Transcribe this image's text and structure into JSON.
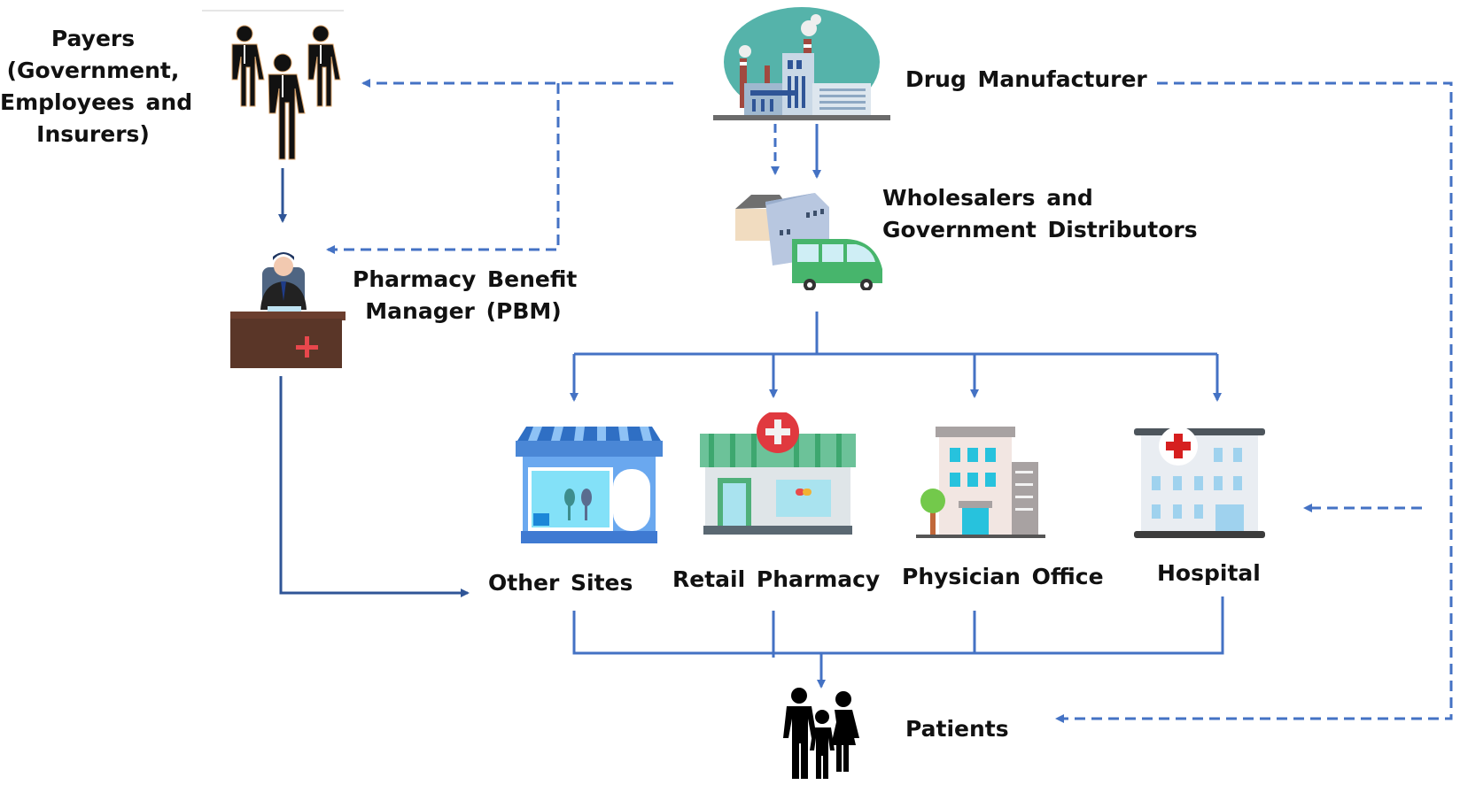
{
  "diagram": {
    "colors": {
      "arrow": "#4472c4",
      "arrow_dark": "#2f5597"
    },
    "nodes": {
      "payers": {
        "title": "Payers",
        "subtitle_lines": [
          "(Government,",
          "Employees and",
          "Insurers)"
        ],
        "icon": "business-people-icon"
      },
      "manufacturer": {
        "label": "Drug Manufacturer",
        "icon": "factory-icon"
      },
      "wholesalers": {
        "label_lines": [
          "Wholesalers and",
          "Government Distributors"
        ],
        "icon": "warehouse-van-icon"
      },
      "pbm": {
        "label_lines": [
          "Pharmacy Benefit",
          "Manager (PBM)"
        ],
        "icon": "manager-at-desk-icon"
      },
      "other_sites": {
        "label": "Other Sites",
        "icon": "storefront-icon"
      },
      "retail_pharmacy": {
        "label": "Retail Pharmacy",
        "icon": "pharmacy-icon"
      },
      "physician_office": {
        "label": "Physician Office",
        "icon": "office-building-icon"
      },
      "hospital": {
        "label": "Hospital",
        "icon": "hospital-icon"
      },
      "patients": {
        "label": "Patients",
        "icon": "family-icon"
      }
    },
    "edges": [
      {
        "from": "manufacturer",
        "to": "payers",
        "style": "dashed"
      },
      {
        "from": "manufacturer",
        "to": "pbm",
        "style": "dashed"
      },
      {
        "from": "manufacturer",
        "to": "wholesalers",
        "style": "dashed"
      },
      {
        "from": "manufacturer",
        "to": "wholesalers",
        "style": "solid"
      },
      {
        "from": "manufacturer",
        "to": "hospital",
        "style": "dashed"
      },
      {
        "from": "manufacturer",
        "to": "patients",
        "style": "dashed"
      },
      {
        "from": "payers",
        "to": "pbm",
        "style": "solid"
      },
      {
        "from": "pbm",
        "to": "other_sites",
        "style": "solid"
      },
      {
        "from": "wholesalers",
        "to": "other_sites",
        "style": "solid"
      },
      {
        "from": "wholesalers",
        "to": "retail_pharmacy",
        "style": "solid"
      },
      {
        "from": "wholesalers",
        "to": "physician_office",
        "style": "solid"
      },
      {
        "from": "wholesalers",
        "to": "hospital",
        "style": "solid"
      },
      {
        "from": "other_sites",
        "to": "patients",
        "style": "solid"
      },
      {
        "from": "retail_pharmacy",
        "to": "patients",
        "style": "solid"
      },
      {
        "from": "physician_office",
        "to": "patients",
        "style": "solid"
      },
      {
        "from": "hospital",
        "to": "patients",
        "style": "solid"
      }
    ]
  }
}
